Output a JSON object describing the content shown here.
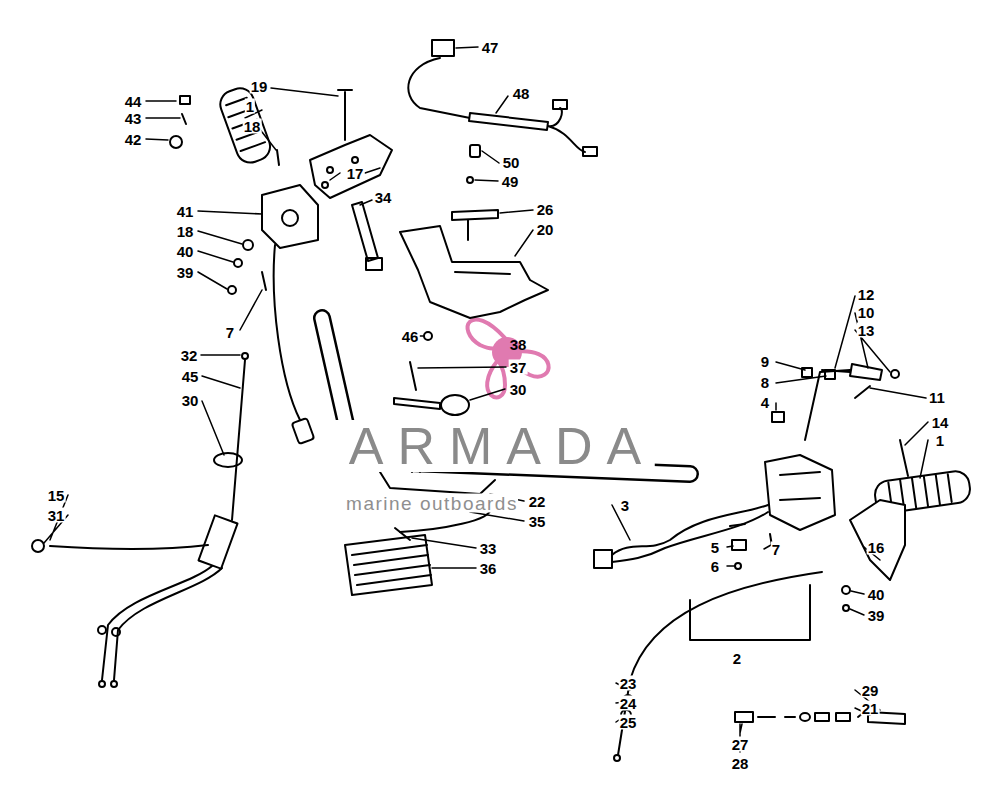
{
  "diagram": {
    "labels": [
      "47",
      "19",
      "48",
      "44",
      "1",
      "43",
      "18",
      "42",
      "17",
      "50",
      "49",
      "34",
      "41",
      "26",
      "18",
      "20",
      "40",
      "39",
      "12",
      "10",
      "7",
      "13",
      "46",
      "38",
      "32",
      "9",
      "37",
      "45",
      "8",
      "30",
      "30",
      "11",
      "4",
      "14",
      "1",
      "15",
      "31",
      "22",
      "3",
      "35",
      "5",
      "16",
      "7",
      "33",
      "6",
      "36",
      "40",
      "39",
      "2",
      "29",
      "21",
      "23",
      "24",
      "25",
      "27",
      "28",
      "ARMADA",
      "marine outboards"
    ]
  }
}
